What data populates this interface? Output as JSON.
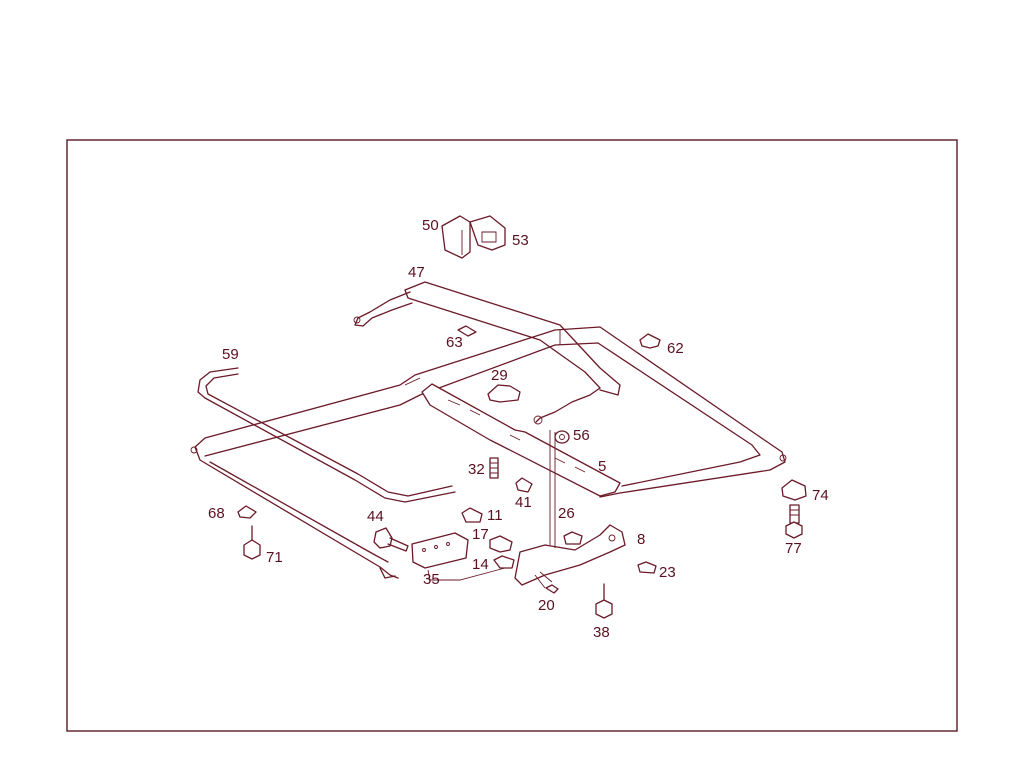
{
  "diagram": {
    "accent_color": "#6b1a28",
    "callouts": {
      "c50": "50",
      "c53": "53",
      "c47": "47",
      "c63": "63",
      "c62": "62",
      "c59": "59",
      "c29": "29",
      "c56": "56",
      "c5": "5",
      "c32": "32",
      "c41": "41",
      "c68": "68",
      "c11": "11",
      "c17": "17",
      "c26": "26",
      "c8": "8",
      "c74": "74",
      "c77": "77",
      "c44": "44",
      "c71": "71",
      "c14": "14",
      "c35": "35",
      "c23": "23",
      "c20": "20",
      "c38": "38"
    }
  }
}
